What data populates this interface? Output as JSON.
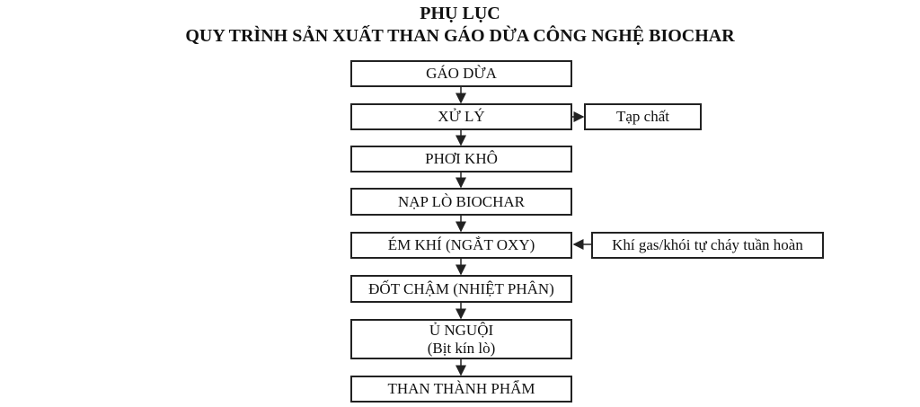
{
  "title": {
    "line1": "PHỤ LỤC",
    "line2": "QUY TRÌNH SẢN XUẤT THAN GÁO DỪA CÔNG NGHỆ BIOCHAR"
  },
  "steps": [
    {
      "label": "GÁO DỪA"
    },
    {
      "label": "XỬ LÝ"
    },
    {
      "label": "PHƠI KHÔ"
    },
    {
      "label": "NẠP LÒ BIOCHAR"
    },
    {
      "label": "ÉM KHÍ (NGẮT OXY)"
    },
    {
      "label": "ĐỐT CHẬM (NHIỆT PHÂN)"
    },
    {
      "label": "Ủ NGUỘI",
      "sub": "(Bịt kín lò)"
    },
    {
      "label": "THAN THÀNH PHẨM"
    }
  ],
  "side": {
    "output": "Tạp chất",
    "input": "Khí gas/khói tự cháy tuần hoàn"
  }
}
